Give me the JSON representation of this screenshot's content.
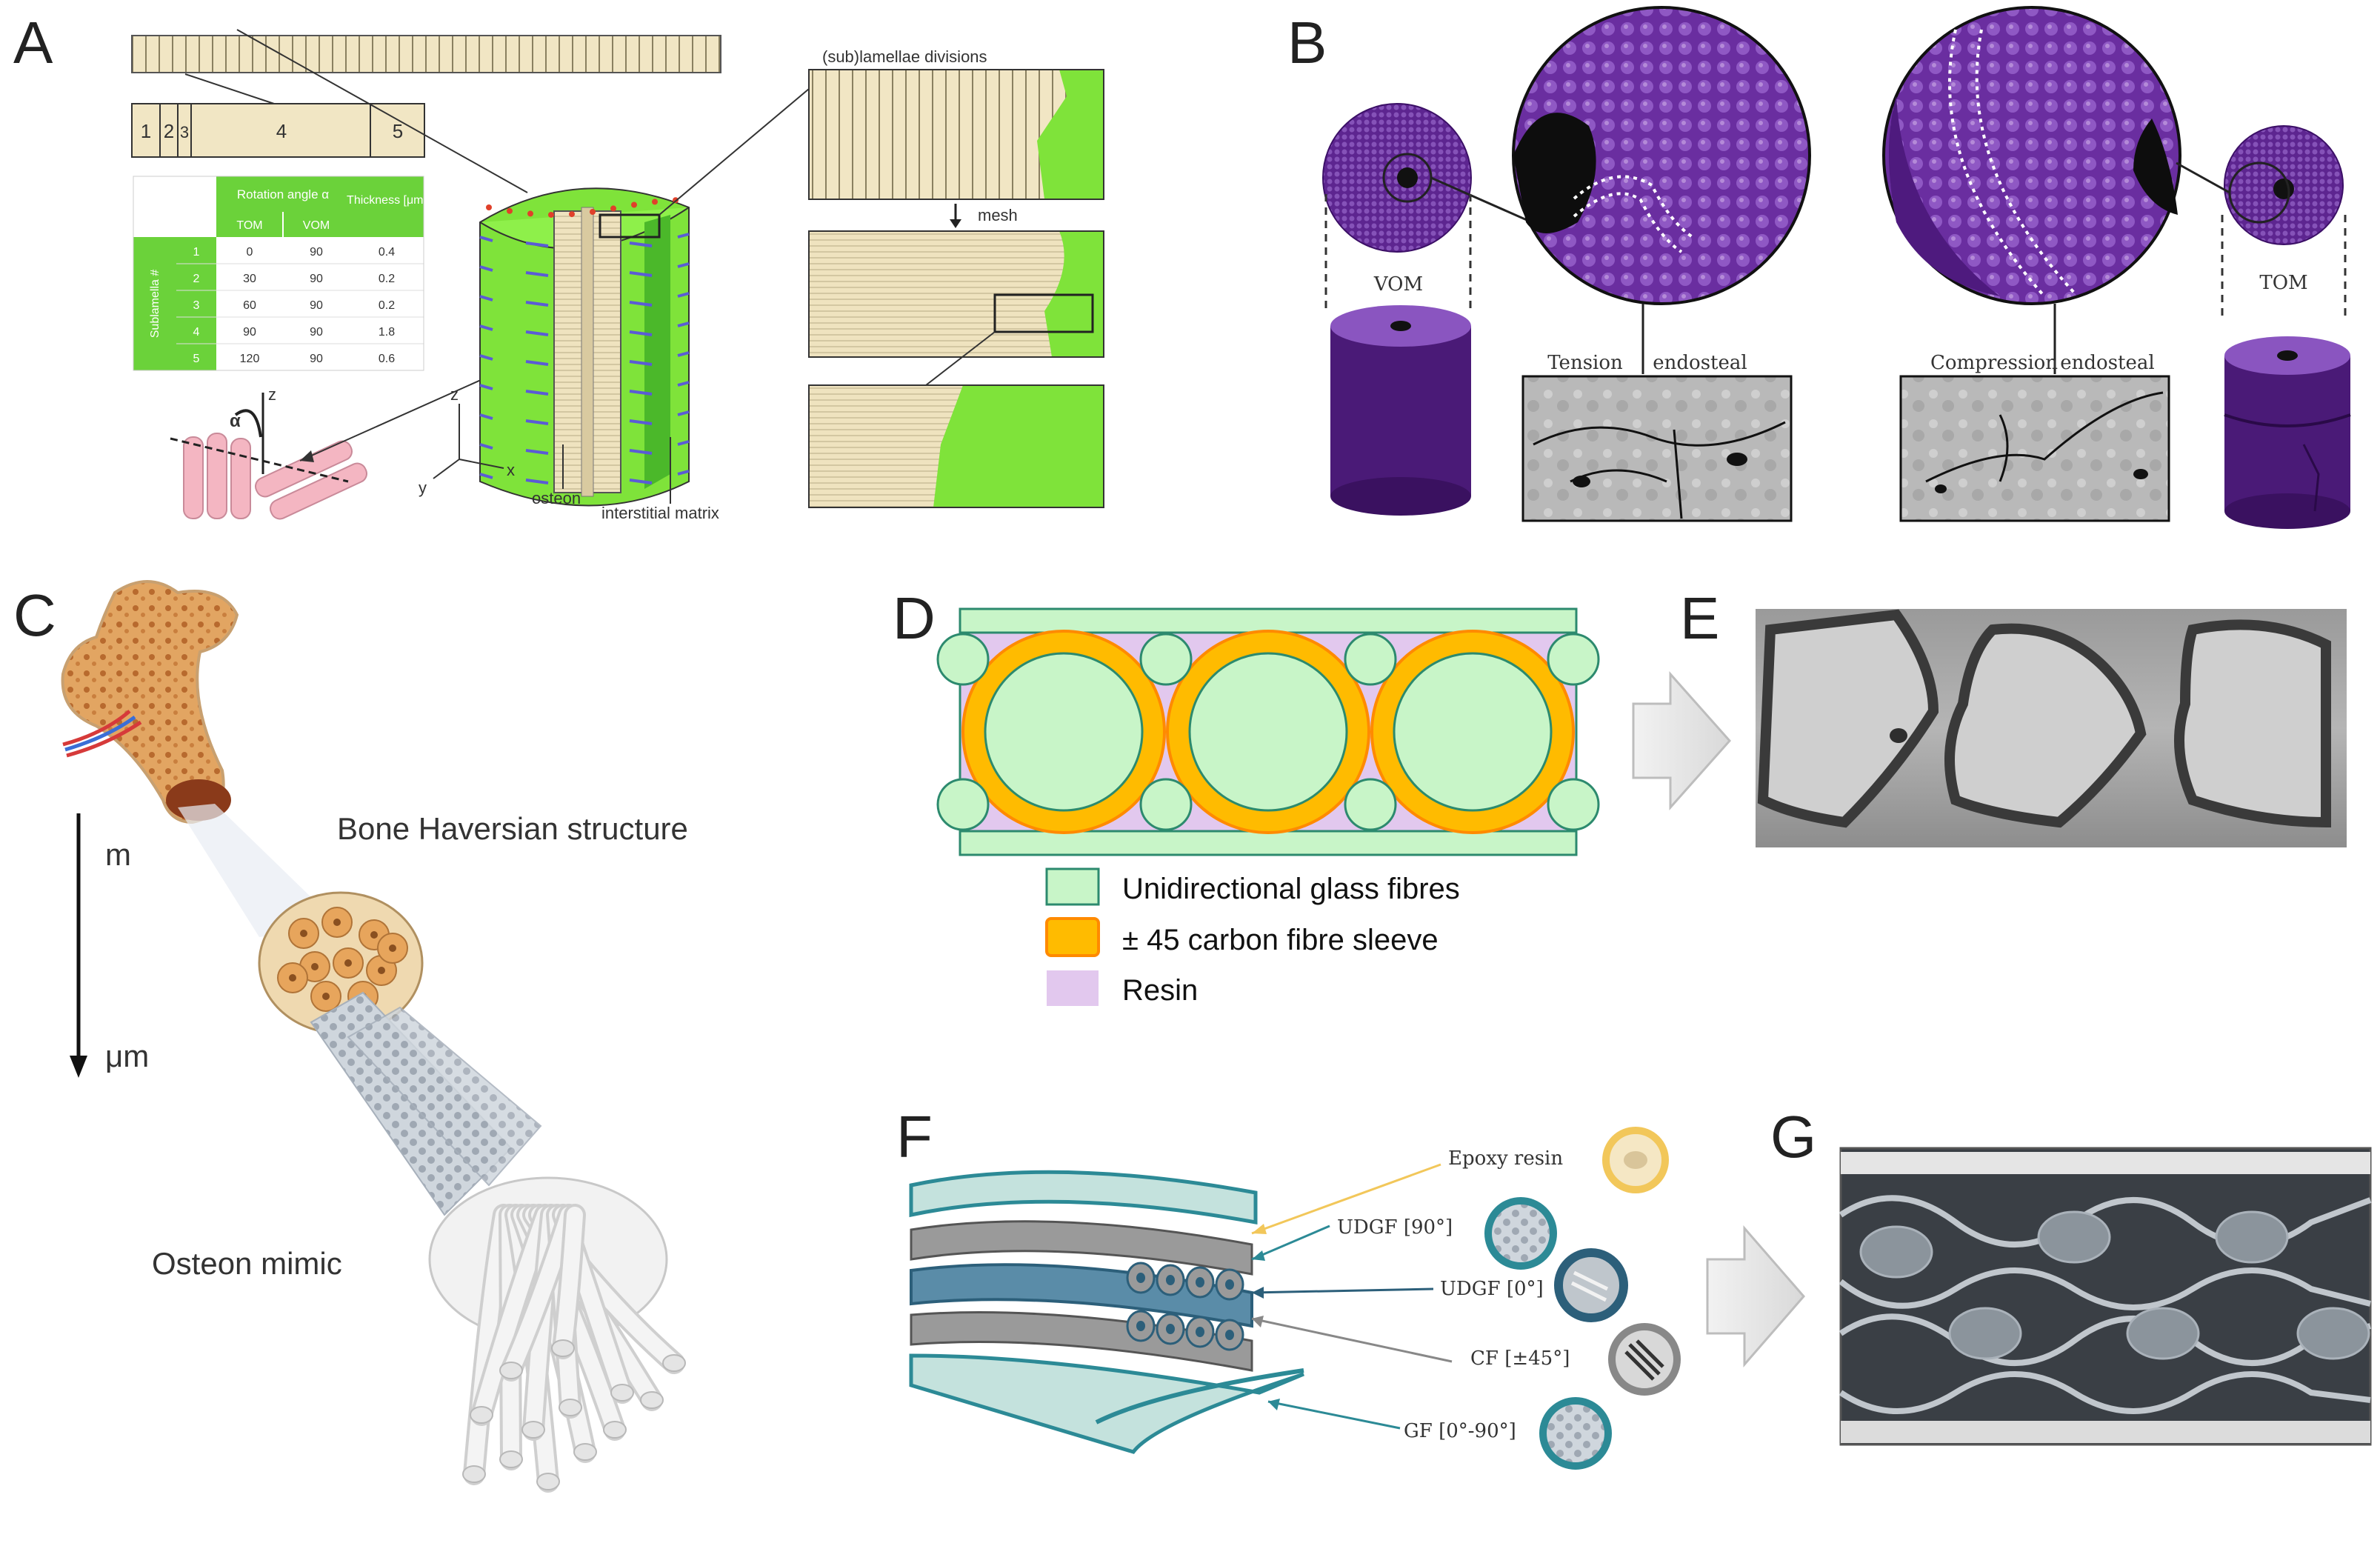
{
  "panels": {
    "A": {
      "letter": "A",
      "sublamella_segments": [
        "1",
        "2",
        "3",
        "4",
        "5"
      ],
      "table": {
        "header_rotation": "Rotation angle α",
        "header_thickness": "Thickness [μm]",
        "col_tom": "TOM",
        "col_vom": "VOM",
        "row_group_label": "Sublamella #",
        "rows": [
          {
            "n": "1",
            "tom": "0",
            "vom": "90",
            "thickness": "0.4"
          },
          {
            "n": "2",
            "tom": "30",
            "vom": "90",
            "thickness": "0.2"
          },
          {
            "n": "3",
            "tom": "60",
            "vom": "90",
            "thickness": "0.2"
          },
          {
            "n": "4",
            "tom": "90",
            "vom": "90",
            "thickness": "1.8"
          },
          {
            "n": "5",
            "tom": "120",
            "vom": "90",
            "thickness": "0.6"
          }
        ]
      },
      "alpha": "α",
      "axis_z": "z",
      "axis_x": "x",
      "axis_y": "y",
      "osteon_label": "osteon",
      "interstitial_label": "interstitial matrix",
      "divisions_label": "(sub)lamellae divisions",
      "mesh_label": "mesh"
    },
    "B": {
      "letter": "B",
      "vom_label": "VOM",
      "tom_label": "TOM",
      "tension_label": "Tension",
      "compression_label": "Compression",
      "endosteal_left": "endosteal",
      "endosteal_right": "endosteal"
    },
    "C": {
      "letter": "C",
      "scale_top": "m",
      "scale_bottom": "μm",
      "haversian_label": "Bone Haversian structure",
      "osteon_mimic_label": "Osteon mimic"
    },
    "D": {
      "letter": "D",
      "legend": [
        {
          "label": "Unidirectional glass fibres",
          "color": "#c8f5c8"
        },
        {
          "label": "± 45 carbon fibre sleeve",
          "color": "#ffbb00"
        },
        {
          "label": "Resin",
          "color": "#e2c8ee"
        }
      ]
    },
    "E": {
      "letter": "E"
    },
    "F": {
      "letter": "F",
      "callouts": [
        "Epoxy resin",
        "UDGF [90°]",
        "UDGF [0°]",
        "CF [±45°]",
        "GF [0°-90°]"
      ]
    },
    "G": {
      "letter": "G"
    }
  },
  "colors": {
    "lamella_beige": "#f1e6c4",
    "fe_green": "#7fe33a",
    "mesh_blue": "#5b5bd6",
    "purple": "#6a2ea0",
    "glass_green": "#c8f5c8",
    "carbon_orange": "#ffbb00",
    "resin_pink": "#e2c8ee",
    "teal": "#2c8a96"
  }
}
